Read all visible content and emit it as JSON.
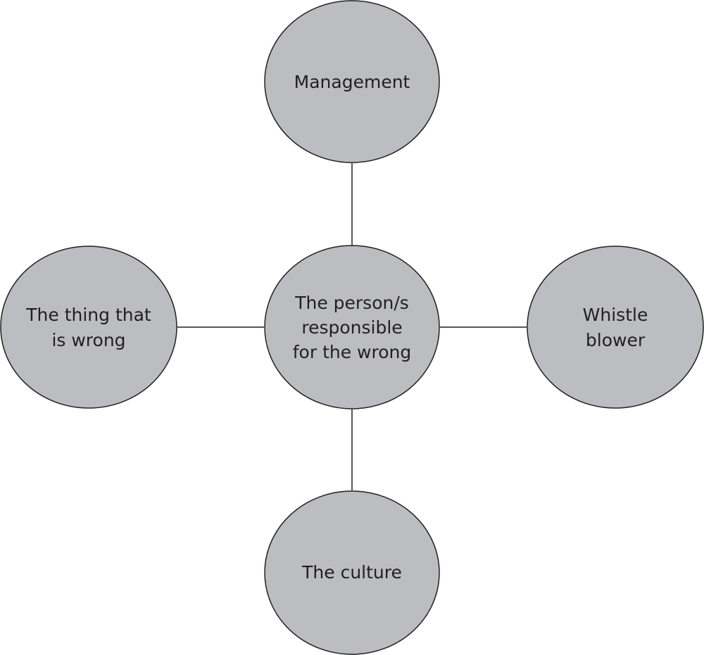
{
  "nodes": {
    "top": {
      "lines": [
        "Management"
      ]
    },
    "center": {
      "lines": [
        "The person/s",
        "responsible",
        "for the wrong"
      ]
    },
    "left": {
      "lines": [
        "The thing that",
        "is wrong"
      ]
    },
    "right": {
      "lines": [
        "Whistle",
        "blower"
      ]
    },
    "bottom": {
      "lines": [
        "The culture"
      ]
    }
  },
  "colors": {
    "node_fill": "#bcbdc0",
    "stroke": "#231f20"
  }
}
